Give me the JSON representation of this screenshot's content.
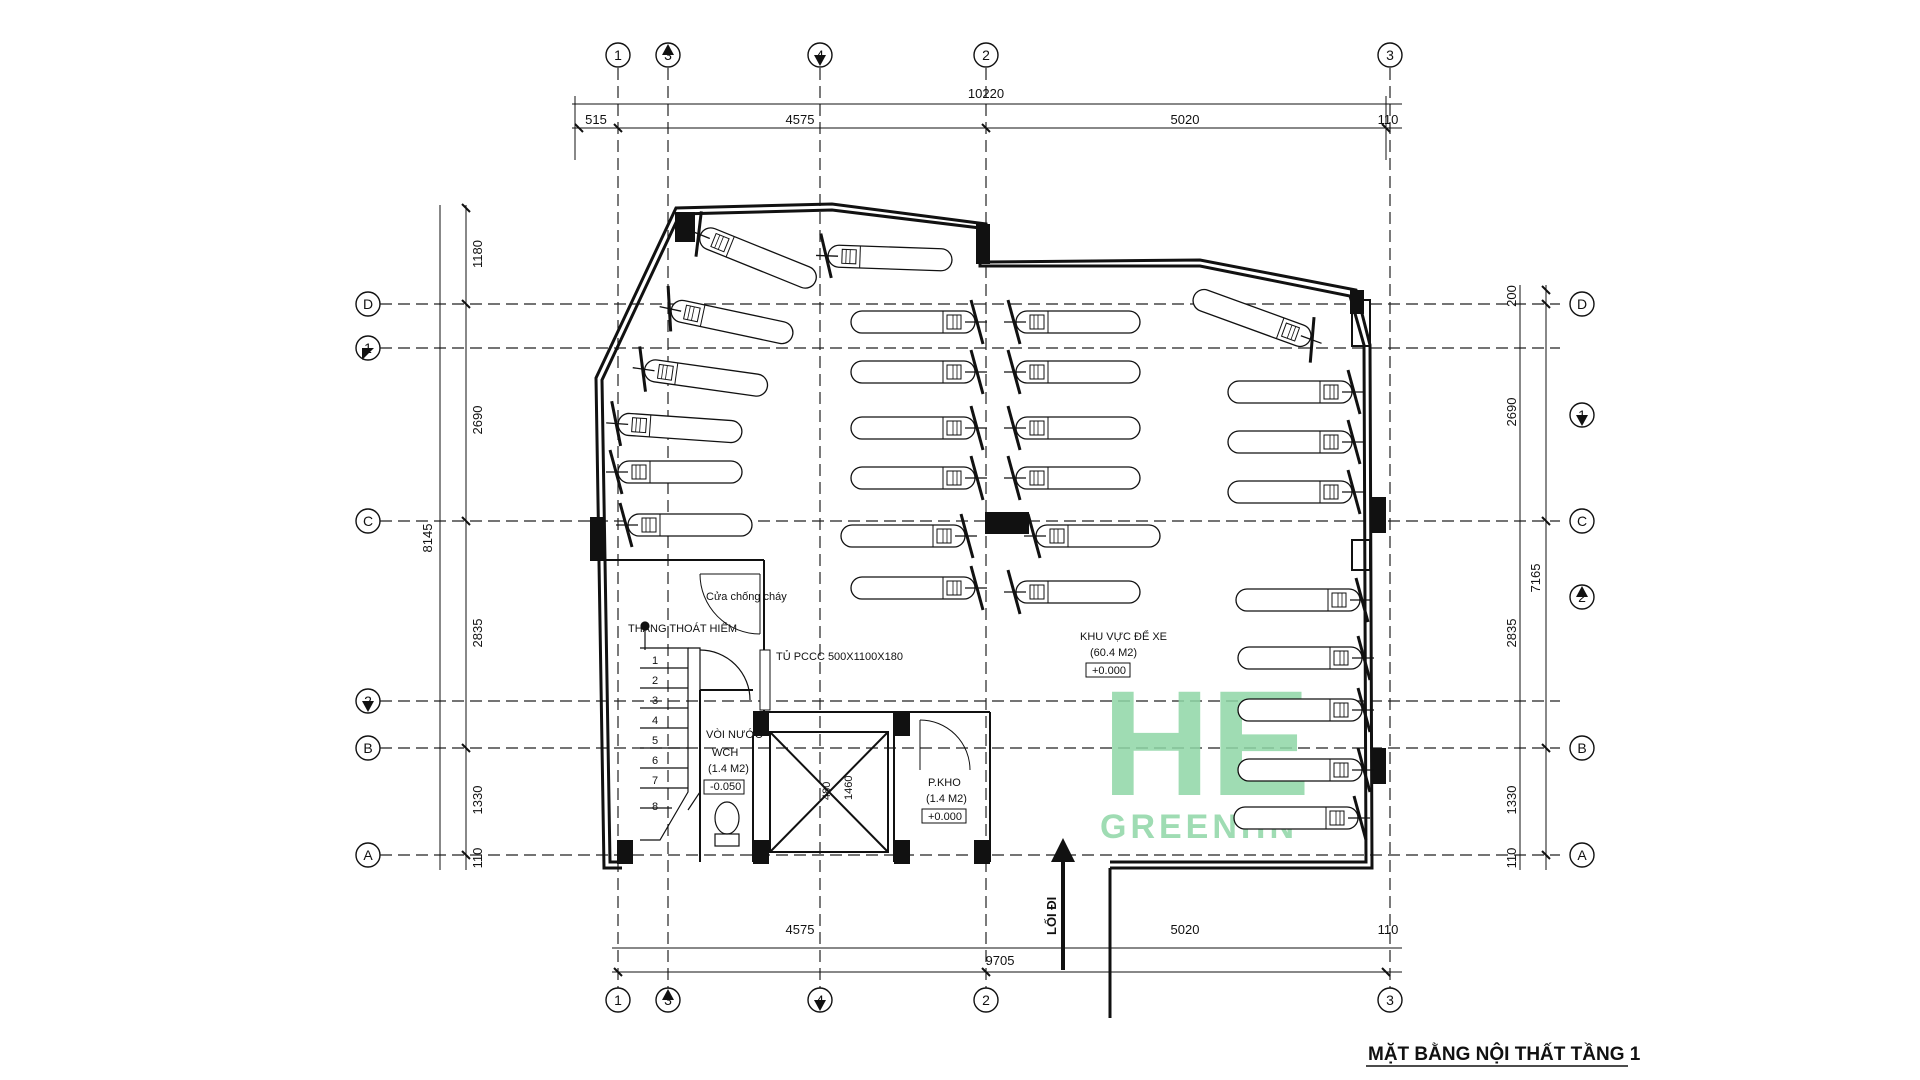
{
  "title": "MẶT BẰNG NỘI THẤT TẦNG 1",
  "watermark": {
    "logo": "HE",
    "text": "GREENHN"
  },
  "dimensions": {
    "top_total": "10220",
    "top_segments": [
      "515",
      "4575",
      "5020",
      "110"
    ],
    "bottom_total": "9705",
    "bottom_segments": [
      "4575",
      "5020",
      "110"
    ],
    "left_total": "8145",
    "left_segments": [
      "1180",
      "2690",
      "2835",
      "1330",
      "110"
    ],
    "right_total": "7165",
    "right_segments": [
      "200",
      "2690",
      "2835",
      "1330",
      "110"
    ]
  },
  "grid": {
    "columns_top": [
      "1",
      "3",
      "4",
      "2",
      "3"
    ],
    "columns_bottom": [
      "1",
      "3",
      "4",
      "2",
      "3"
    ],
    "rows_left": [
      "D",
      "1",
      "C",
      "2",
      "B",
      "A"
    ],
    "rows_right": [
      "D",
      "1",
      "C",
      "2",
      "B",
      "A"
    ]
  },
  "rooms": {
    "parking": {
      "name": "KHU VỰC ĐỂ XE",
      "area": "(60.4 M2)",
      "level": "+0.000"
    },
    "stair": {
      "name": "THANG THOÁT HIỂM",
      "steps": [
        "1",
        "2",
        "3",
        "4",
        "5",
        "6",
        "7",
        "8"
      ]
    },
    "fire_door": "Cửa chống cháy",
    "fire_cabinet": "TỦ PCCC 500X1100X180",
    "wc": {
      "faucet": "VÒI NƯỚC",
      "name": "WCH",
      "area": "(1.4 M2)",
      "level": "-0.050"
    },
    "elevator": {
      "w": "480",
      "d": "1460"
    },
    "storage": {
      "name": "P.KHO",
      "area": "(1.4 M2)",
      "level": "+0.000"
    },
    "entrance": "LỐI ĐI"
  },
  "colors": {
    "line": "#111111",
    "watermark": "#8fd6a6"
  }
}
